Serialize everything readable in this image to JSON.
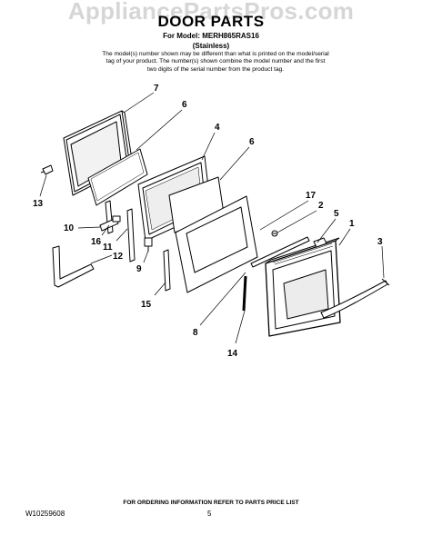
{
  "watermark": "AppliancePartsPros.com",
  "header": {
    "title": "DOOR PARTS",
    "model_line": "For Model: MERH865RAS16",
    "variant": "(Stainless)",
    "note": "The model(s) number shown may be different than what is printed on the model/serial tag of your product. The number(s) shown combine the model number and the first two digits of the serial number from the product tag."
  },
  "callouts": [
    "7",
    "6",
    "4",
    "6",
    "13",
    "17",
    "2",
    "5",
    "1",
    "10",
    "16",
    "11",
    "12",
    "9",
    "3",
    "15",
    "8",
    "14"
  ],
  "footer": {
    "ordering_note": "FOR ORDERING INFORMATION REFER TO PARTS PRICE LIST",
    "doc_number": "W10259608",
    "page_number": "5"
  }
}
